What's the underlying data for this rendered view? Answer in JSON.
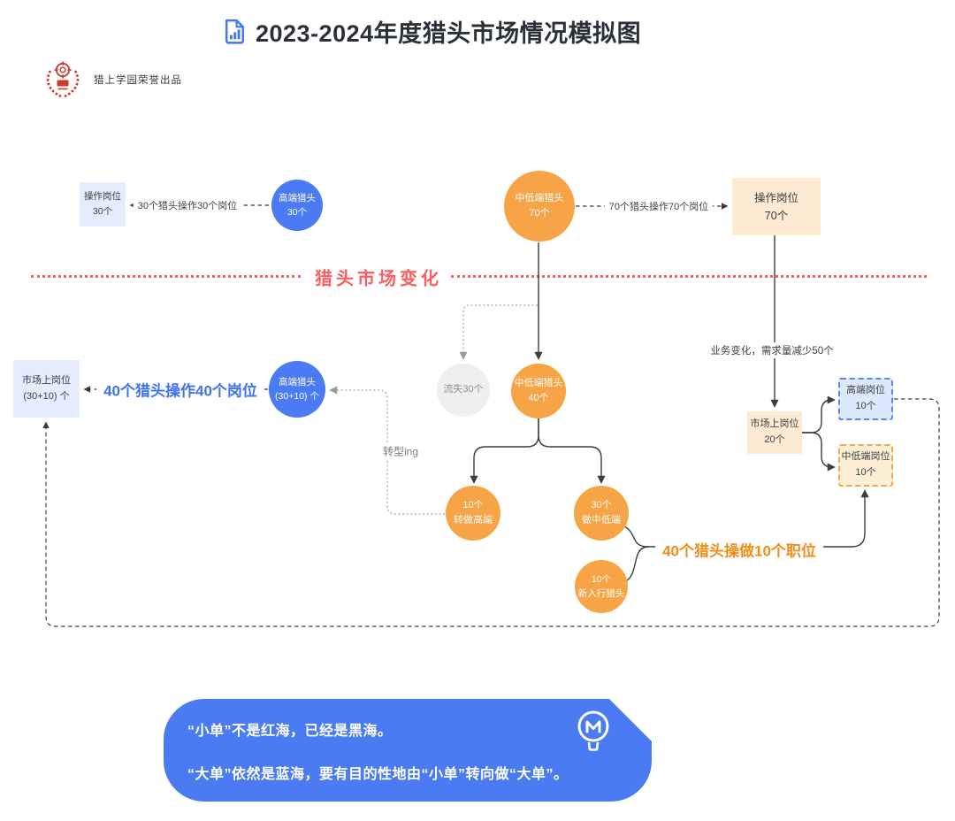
{
  "header": {
    "title": "2023-2024年度猎头市场情况模拟图"
  },
  "brand": {
    "credit": "猎上学园荣誉出品"
  },
  "divider": {
    "label": "猎头市场变化"
  },
  "before": {
    "operate_jobs_30": {
      "line1": "操作岗位",
      "line2": "30个"
    },
    "arrow_label_30": "30个猎头操作30个岗位",
    "highend_headhunters_30": {
      "line1": "高端猎头",
      "line2": "30个"
    },
    "midlow_headhunters_70": {
      "line1": "中低端猎头",
      "line2": "70个"
    },
    "arrow_label_70": "70个猎头操作70个岗位",
    "operate_jobs_70": {
      "line1": "操作岗位",
      "line2": "70个"
    }
  },
  "after": {
    "market_jobs_3010": {
      "line1": "市场上岗位",
      "line2": "(30+10) 个"
    },
    "arrow_label_40": "40个猎头操作40个岗位",
    "highend_headhunters_3010": {
      "line1": "高端猎头",
      "line2": "(30+10) 个"
    },
    "lost_30": "流失30个",
    "midlow_headhunters_40": {
      "line1": "中低端猎头",
      "line2": "40个"
    },
    "business_change": "业务变化，需求量减少50个",
    "market_jobs_20": {
      "line1": "市场上岗位",
      "line2": "20个"
    },
    "highend_jobs_10": {
      "line1": "高端岗位",
      "line2": "10个"
    },
    "midlow_jobs_10": {
      "line1": "中低端岗位",
      "line2": "10个"
    },
    "transforming": "转型ing",
    "transfer_highend_10": {
      "line1": "10个",
      "line2": "转做高端"
    },
    "do_midlow_30": {
      "line1": "30个",
      "line2": "做中低端"
    },
    "new_headhunters_10": {
      "line1": "10个",
      "line2": "新入行猎头"
    },
    "arrow_label_40_10": "40个猎头操做10个职位"
  },
  "callout": {
    "line1": "“小单”不是红海，已经是黑海。",
    "line2": "“大单”依然是蓝海，要有目的性地由“小单”转向做“大单”。"
  },
  "colors": {
    "blue": "#4b7bf3",
    "light_blue": "#e4ecfd",
    "dashed_blue_border": "#5b86f2",
    "orange": "#f6a446",
    "light_orange": "#fcead3",
    "dashed_orange_border": "#f2a94d",
    "red": "#fc5e5e",
    "blue_text": "#3e71f1",
    "orange_text": "#ef8e1a",
    "gray_circle": "#efeff0",
    "callout_bg": "#4b7bf3"
  }
}
